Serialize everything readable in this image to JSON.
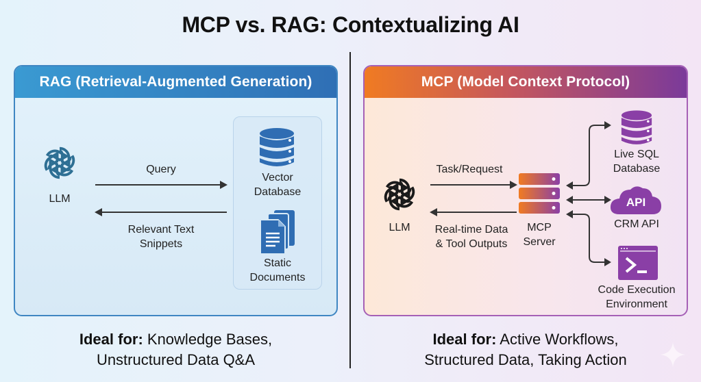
{
  "title": "MCP vs. RAG: Contextualizing AI",
  "rag": {
    "header": "RAG (Retrieval-Augmented Generation)",
    "llm_label": "LLM",
    "query_label": "Query",
    "response_label_line1": "Relevant Text",
    "response_label_line2": "Snippets",
    "vector_db_line1": "Vector",
    "vector_db_line2": "Database",
    "docs_line1": "Static",
    "docs_line2": "Documents",
    "ideal_prefix": "Ideal for:",
    "ideal_line1": " Knowledge Bases,",
    "ideal_line2": "Unstructured Data Q&A",
    "accent_color": "#2f6fb5"
  },
  "mcp": {
    "header": "MCP (Model Context Protocol)",
    "llm_label": "LLM",
    "request_label": "Task/Request",
    "response_label_line1": "Real-time Data",
    "response_label_line2": "& Tool Outputs",
    "server_line1": "MCP",
    "server_line2": "Server",
    "sql_line1": "Live SQL",
    "sql_line2": "Database",
    "api_badge": "API",
    "api_label": "CRM API",
    "code_line1": "Code Execution",
    "code_line2": "Environment",
    "ideal_prefix": "Ideal for:",
    "ideal_line1": " Active Workflows,",
    "ideal_line2": "Structured Data, Taking Action",
    "accent_color": "#8a3fa6",
    "orange_color": "#f07b22"
  },
  "icons": {
    "llm": "openai-knot-icon",
    "vector_db": "database-icon",
    "docs": "documents-icon",
    "server": "server-icon",
    "sql": "database-icon",
    "api": "cloud-icon",
    "terminal": "terminal-icon",
    "sparkle": "sparkle-icon"
  }
}
